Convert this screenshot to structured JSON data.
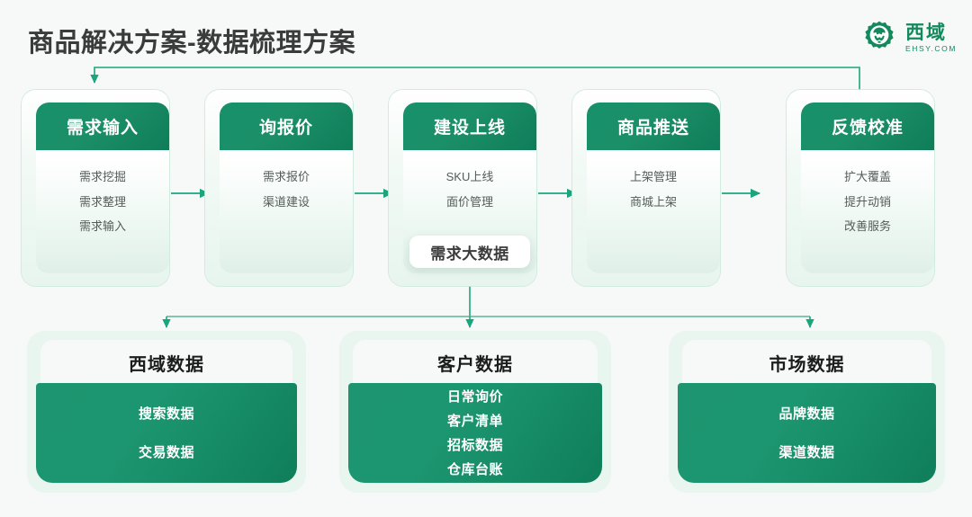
{
  "page": {
    "title": "商品解决方案-数据梳理方案",
    "background": "#f7f8f8",
    "accent": "#1b8f68",
    "accent_dark": "#0f7d59",
    "accent_light": "#e9f6ef"
  },
  "logo": {
    "icon": "gear-lion-logo-icon",
    "cn": "西域",
    "en": "EHSY.COM",
    "color": "#128a5c"
  },
  "flow": {
    "cards": [
      {
        "title": "需求输入",
        "items": [
          "需求挖掘",
          "需求整理",
          "需求输入"
        ]
      },
      {
        "title": "询报价",
        "items": [
          "需求报价",
          "渠道建设"
        ]
      },
      {
        "title": "建设上线",
        "items": [
          "SKU上线",
          "面价管理"
        ]
      },
      {
        "title": "商品推送",
        "items": [
          "上架管理",
          "商城上架"
        ]
      },
      {
        "title": "反馈校准",
        "items": [
          "扩大覆盖",
          "提升动销",
          "改善服务"
        ]
      }
    ],
    "badge": "需求大数据"
  },
  "data_panels": [
    {
      "title": "西域数据",
      "items": [
        "搜索数据",
        "交易数据"
      ]
    },
    {
      "title": "客户数据",
      "items": [
        "日常询价",
        "客户清单",
        "招标数据",
        "仓库台账"
      ]
    },
    {
      "title": "市场数据",
      "items": [
        "品牌数据",
        "渠道数据"
      ]
    }
  ]
}
